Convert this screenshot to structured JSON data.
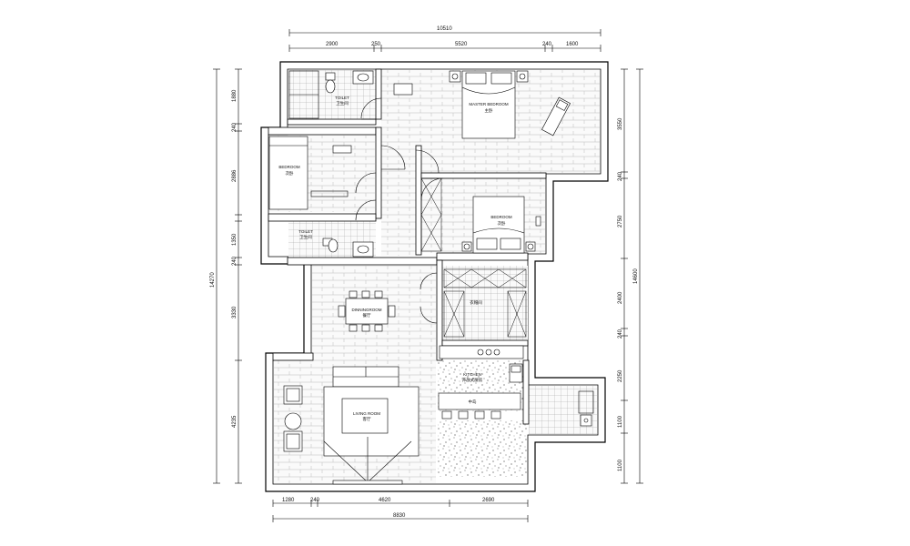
{
  "dimensions": {
    "top_total": "10510",
    "top_segments": [
      "2900",
      "250",
      "5520",
      "240",
      "1600"
    ],
    "bottom_total": "8830",
    "bottom_segments": [
      "1280",
      "240",
      "4620",
      "2690"
    ],
    "left_total": "14270",
    "left_segments": [
      "1880",
      "240",
      "2886",
      "1350",
      "240",
      "3330",
      "4235"
    ],
    "right_total": "14600",
    "right_segments": [
      "3550",
      "240",
      "2750",
      "2400",
      "240",
      "2250",
      "1100",
      "1100"
    ]
  },
  "rooms": {
    "toilet_top": {
      "en": "TOILET",
      "zh": "卫生间"
    },
    "master_bedroom": {
      "en": "MASTER BEDROOM",
      "zh": "主卧"
    },
    "bedroom_left": {
      "en": "BEDROOM",
      "zh": "次卧"
    },
    "bedroom_right": {
      "en": "BEDROOM",
      "zh": "次卧"
    },
    "toilet_mid": {
      "en": "TOILET",
      "zh": "卫生间"
    },
    "dining": {
      "en": "DINNINGROOM",
      "zh": "餐厅"
    },
    "cloakroom": {
      "zh": "衣帽间"
    },
    "kitchen": {
      "en": "KITCHEN",
      "zh": "开放式厨房"
    },
    "island": {
      "zh": "中岛"
    },
    "living": {
      "en": "LIVING ROOM",
      "zh": "客厅"
    }
  }
}
